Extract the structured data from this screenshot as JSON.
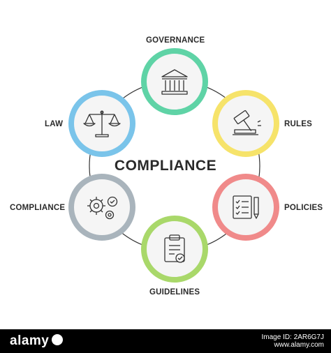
{
  "diagram": {
    "center_title": "COMPLIANCE",
    "nodes": [
      {
        "label": "GOVERNANCE",
        "color": "#5fd3a6",
        "icon": "courthouse-icon"
      },
      {
        "label": "RULES",
        "color": "#f6e36a",
        "icon": "gavel-icon"
      },
      {
        "label": "POLICIES",
        "color": "#f08a8a",
        "icon": "checklist-pencil-icon"
      },
      {
        "label": "GUIDELINES",
        "color": "#a9d86a",
        "icon": "clipboard-check-icon"
      },
      {
        "label": "COMPLIANCE",
        "color": "#a9b4bc",
        "icon": "gears-check-icon"
      },
      {
        "label": "LAW",
        "color": "#7ac4ea",
        "icon": "scales-icon"
      }
    ]
  },
  "footer": {
    "brand": "alamy",
    "line1": "Image ID: 2AR6G7J",
    "line2": "www.alamy.com"
  }
}
